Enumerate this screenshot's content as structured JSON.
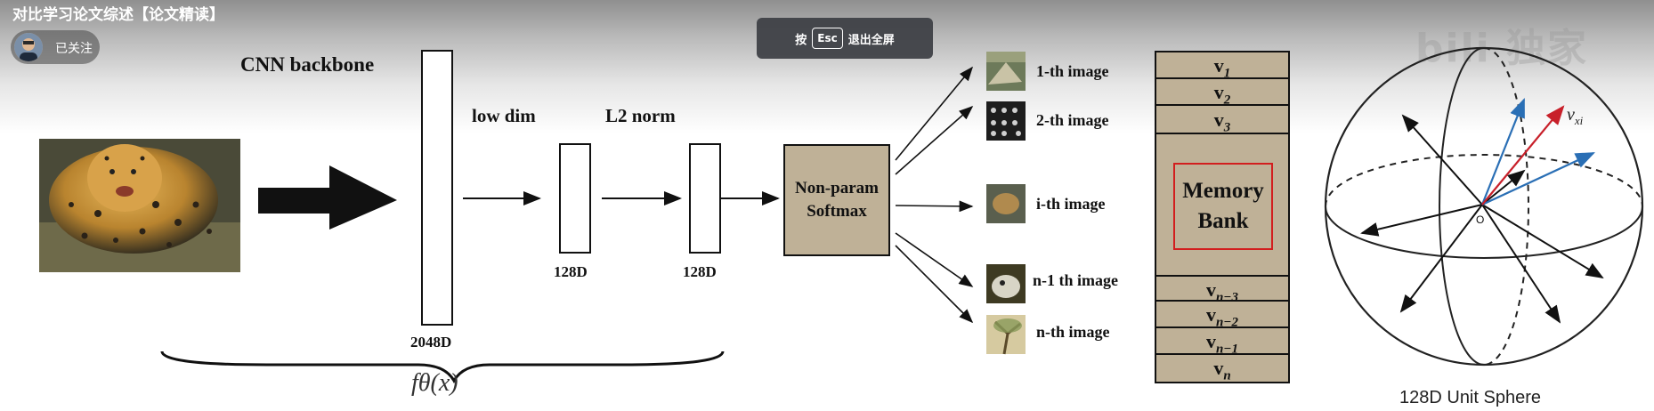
{
  "video": {
    "title": "对比学习论文综述【论文精读】",
    "follow_label": "已关注"
  },
  "fullscreen_toast": {
    "press": "按",
    "key": "Esc",
    "action": "退出全屏"
  },
  "diagram": {
    "cnn_label": "CNN backbone",
    "low_dim_label": "low dim",
    "l2_norm_label": "L2 norm",
    "dim_2048": "2048D",
    "dim_128_a": "128D",
    "dim_128_b": "128D",
    "function_label": "fθ(x)",
    "softmax_line1": "Non-param",
    "softmax_line2": "Softmax",
    "images": [
      {
        "label": "1-th image"
      },
      {
        "label": "2-th image"
      },
      {
        "label": "i-th image"
      },
      {
        "label": "n-1 th image"
      },
      {
        "label": "n-th image"
      }
    ],
    "memory_bank": {
      "title_line1": "Memory",
      "title_line2": "Bank",
      "top_cells": [
        {
          "base": "v",
          "sub": "1"
        },
        {
          "base": "v",
          "sub": "2"
        },
        {
          "base": "v",
          "sub": "3"
        }
      ],
      "bottom_cells": [
        {
          "base": "v",
          "sub": "n−3"
        },
        {
          "base": "v",
          "sub": "n−2"
        },
        {
          "base": "v",
          "sub": "n−1"
        },
        {
          "base": "v",
          "sub": "n"
        }
      ]
    },
    "sphere": {
      "label": "128D Unit Sphere",
      "origin_label": "O",
      "vector_label": "v",
      "vector_sub": "xi",
      "colors": {
        "blue": "#2a6fb5",
        "red": "#c8202a"
      }
    }
  }
}
